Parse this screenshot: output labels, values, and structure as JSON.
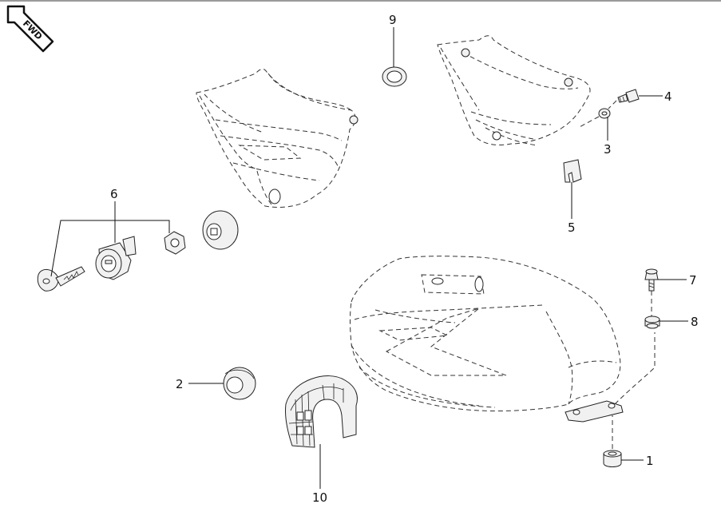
{
  "fwd_badge": {
    "text": "FWD"
  },
  "callouts": [
    {
      "id": "1",
      "label": "1"
    },
    {
      "id": "2",
      "label": "2"
    },
    {
      "id": "3",
      "label": "3"
    },
    {
      "id": "4",
      "label": "4"
    },
    {
      "id": "5",
      "label": "5"
    },
    {
      "id": "6",
      "label": "6"
    },
    {
      "id": "7",
      "label": "7"
    },
    {
      "id": "8",
      "label": "8"
    },
    {
      "id": "9",
      "label": "9"
    },
    {
      "id": "10",
      "label": "10"
    }
  ]
}
